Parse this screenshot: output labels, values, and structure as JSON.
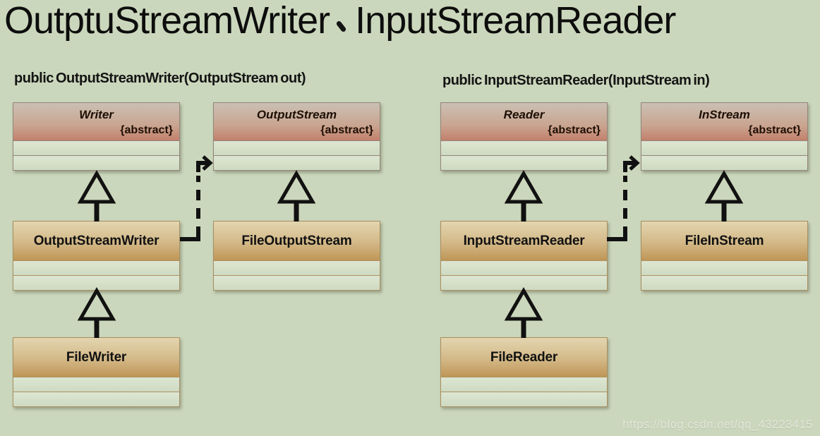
{
  "page": {
    "title": {
      "part1": "OutptuStreamWriter",
      "separator": "、",
      "part2": "InputStreamReader",
      "full": "OutptuStreamWriter、 InputStreamReader"
    },
    "watermark": "https://blog.csdn.net/qq_43223415",
    "background_color": "#cbd7bc"
  },
  "left_diagram": {
    "subtitle": "public OutputStreamWriter(OutputStream out)",
    "classes": {
      "writer": {
        "name": "Writer",
        "stereotype": "{abstract}"
      },
      "output_stream": {
        "name": "OutputStream",
        "stereotype": "{abstract}"
      },
      "output_stream_writer": {
        "name": "OutputStreamWriter"
      },
      "file_output_stream": {
        "name": "FileOutputStream"
      },
      "file_writer": {
        "name": "FileWriter"
      }
    },
    "relations": [
      {
        "type": "generalization",
        "from": "OutputStreamWriter",
        "to": "Writer"
      },
      {
        "type": "generalization",
        "from": "FileOutputStream",
        "to": "OutputStream"
      },
      {
        "type": "generalization",
        "from": "FileWriter",
        "to": "OutputStreamWriter"
      },
      {
        "type": "dashed_dependency",
        "from": "OutputStreamWriter",
        "to": "OutputStream"
      }
    ]
  },
  "right_diagram": {
    "subtitle": "public InputStreamReader(InputStream in)",
    "classes": {
      "reader": {
        "name": "Reader",
        "stereotype": "{abstract}"
      },
      "in_stream": {
        "name": "InStream",
        "stereotype": "{abstract}"
      },
      "input_stream_reader": {
        "name": "InputStreamReader"
      },
      "file_in_stream": {
        "name": "FileInStream"
      },
      "file_reader": {
        "name": "FileReader"
      }
    },
    "relations": [
      {
        "type": "generalization",
        "from": "InputStreamReader",
        "to": "Reader"
      },
      {
        "type": "generalization",
        "from": "FileInStream",
        "to": "InStream"
      },
      {
        "type": "generalization",
        "from": "FileReader",
        "to": "InputStreamReader"
      },
      {
        "type": "dashed_dependency",
        "from": "InputStreamReader",
        "to": "InStream"
      }
    ]
  },
  "colors": {
    "abstract_header_top": "#cac0b4",
    "abstract_header_bottom": "#c2806c",
    "concrete_header_top": "#e3d6b0",
    "concrete_header_bottom": "#bf9656",
    "compartment_fill": "#d6e0ca",
    "arrow_stroke": "#111111"
  }
}
